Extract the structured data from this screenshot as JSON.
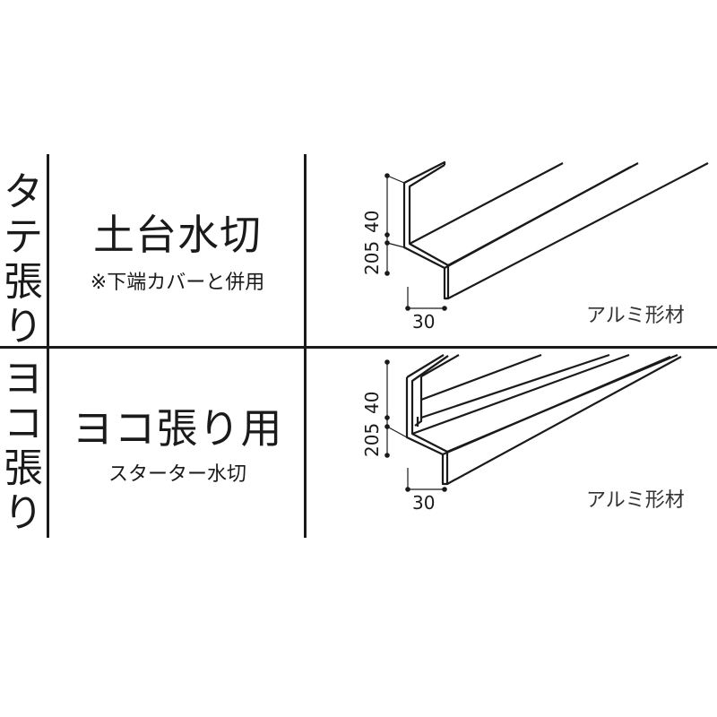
{
  "rows": [
    {
      "category_chars": [
        "タ",
        "テ",
        "張",
        "り"
      ],
      "title": "土台水切",
      "subtitle": "※下端カバーと併用",
      "material": "アルミ形材",
      "dim_v_top": "40",
      "dim_v_bottom": "205",
      "dim_h": "30"
    },
    {
      "category_chars": [
        "ヨ",
        "コ",
        "張",
        "り"
      ],
      "title": "ヨコ張り用",
      "subtitle": "スターター水切",
      "material": "アルミ形材",
      "dim_v_top": "40",
      "dim_v_bottom": "205",
      "dim_h": "30"
    }
  ]
}
